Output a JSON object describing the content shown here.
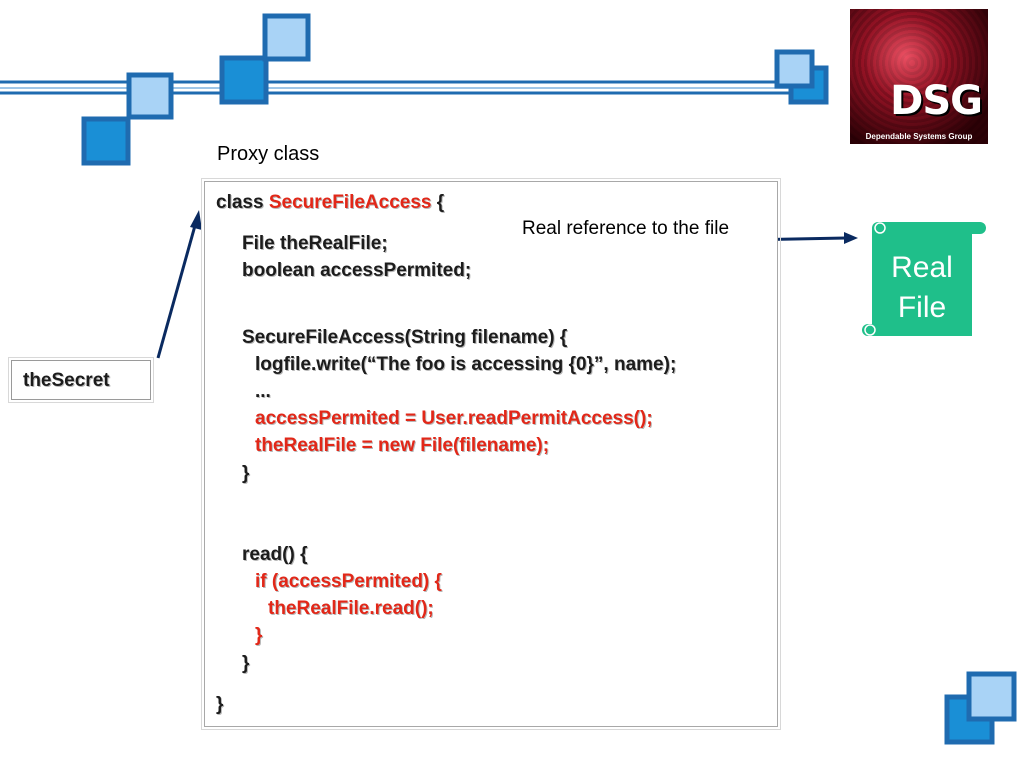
{
  "slide": {
    "proxy_label": "Proxy class",
    "real_reference_label": "Real reference to the file",
    "secret_label": "theSecret",
    "real_file_label_line1": "Real",
    "real_file_label_line2": "File"
  },
  "logo": {
    "mark": "DSG",
    "subtitle": "Dependable Systems Group"
  },
  "code": {
    "class_keyword": "class ",
    "class_name": "SecureFileAccess",
    "class_open": " {",
    "fields": [
      "File theRealFile;",
      "boolean accessPermited;"
    ],
    "ctor_signature": "SecureFileAccess(String filename) {",
    "ctor_log": "logfile.write(“The foo is accessing {0}”, name);",
    "ctor_ellipsis": "...",
    "ctor_red": [
      "accessPermited = User.readPermitAccess();",
      "theRealFile = new File(filename);"
    ],
    "ctor_close": "}",
    "read_signature": "read() {",
    "read_if": "if (accessPermited) {",
    "read_call": "theRealFile.read();",
    "read_if_close": "}",
    "read_close": "}",
    "class_close": "}"
  },
  "colors": {
    "accent_blue": "#1f6bb0",
    "square_light": "#a9d3f6",
    "square_mid": "#1a8fd6",
    "code_highlight": "#e22718",
    "arrow": "#0a2a60",
    "scroll_green": "#1fbf8a"
  }
}
